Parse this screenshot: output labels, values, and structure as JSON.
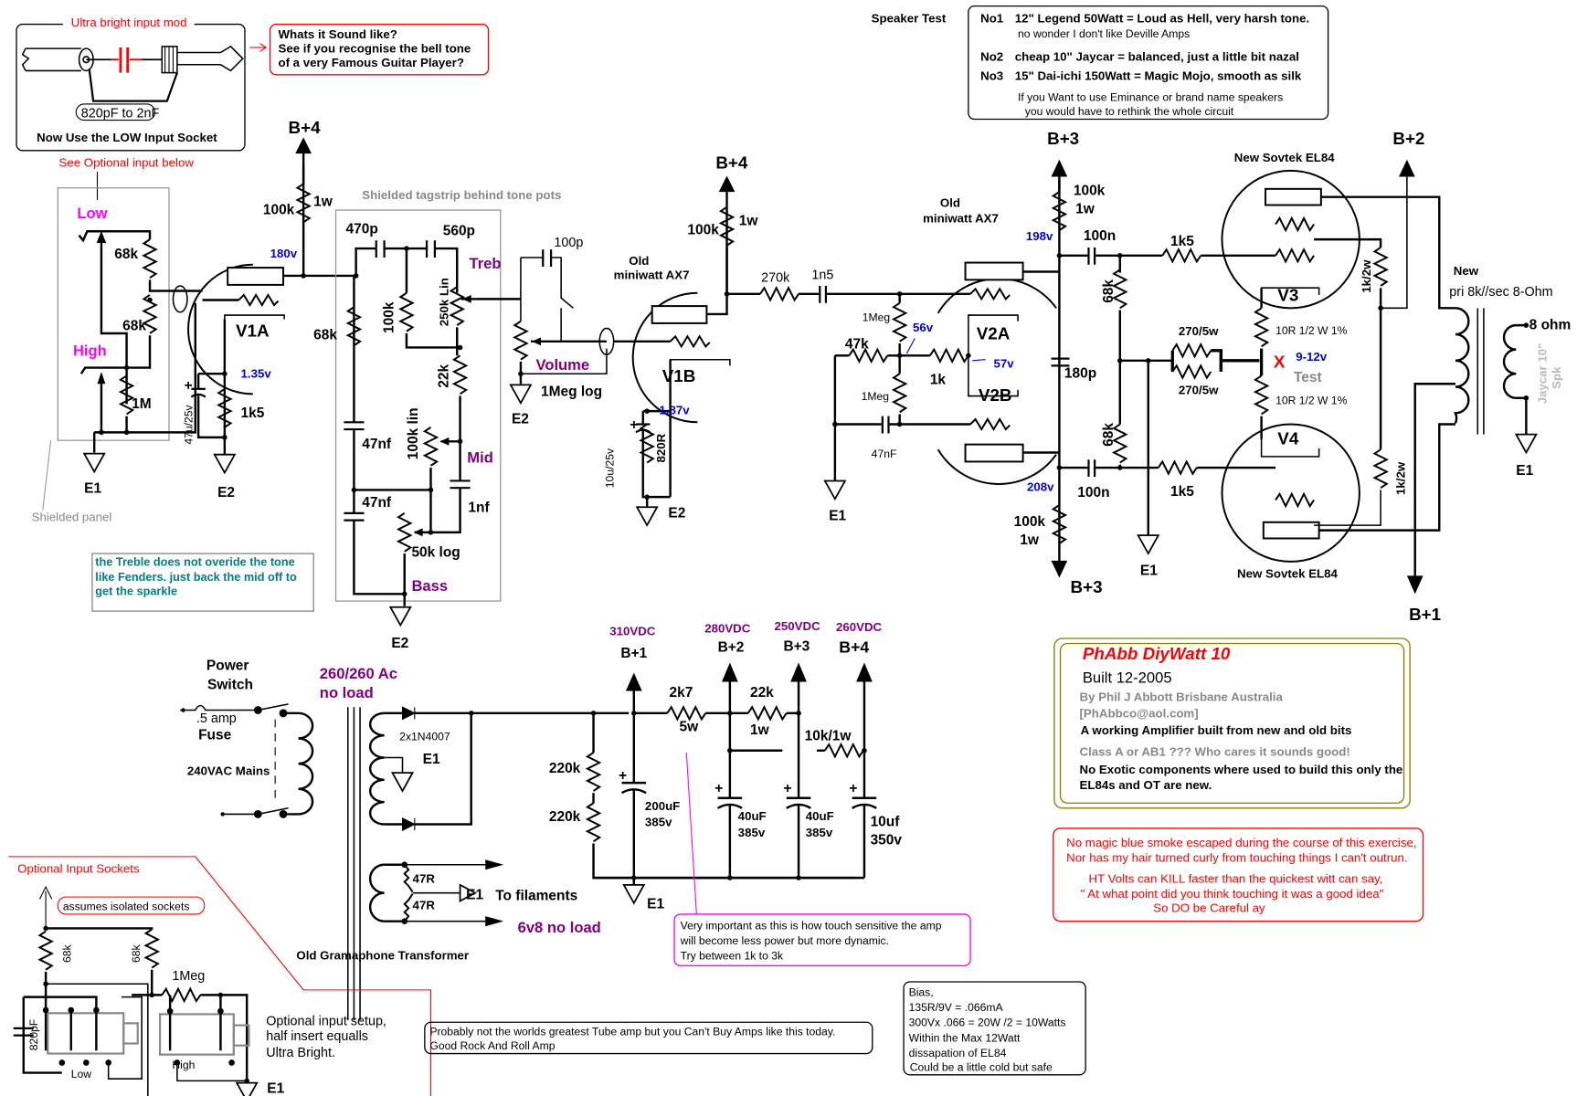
{
  "title": "PhAbb DiyWatt 10",
  "ultra_bright": {
    "heading": "Ultra bright input mod",
    "cap_value": "820pF to 2nF",
    "instruction": "Now Use the LOW Input Socket",
    "see_optional": "See Optional input below"
  },
  "sound_note": {
    "line1": "Whats it Sound like?",
    "line2": "See if you recognise the bell tone",
    "line3": "of a very Famous Guitar Player?"
  },
  "speaker_test": {
    "heading": "Speaker Test",
    "entries": [
      {
        "num": "No1",
        "text": "12\" Legend 50Watt = Loud as Hell, very harsh tone.",
        "note": "no wonder I don't like Deville Amps"
      },
      {
        "num": "No2",
        "text": "cheap 10\" Jaycar  =  balanced, just a little bit nazal",
        "note": ""
      },
      {
        "num": "No3",
        "text": "15\" Dai-ichi 150Watt = Magic Mojo, smooth as silk",
        "note": ""
      }
    ],
    "footer1": "If you Want to use Eminance or brand name speakers",
    "footer2": "you would have to rethink the whole circuit"
  },
  "input_stage": {
    "low_label": "Low",
    "high_label": "High",
    "r_low": "68k",
    "r_high": "68k",
    "r_grid": "1M",
    "shielded_panel": "Shielded panel",
    "b4_label": "B+4",
    "plate_r": "100k",
    "plate_r_watt": "1w",
    "plate_v": "180v",
    "tube": "V1A",
    "cathode_v": "1.35v",
    "cathode_cap": "47u/25v",
    "cathode_r": "1k5",
    "gnd_e1": "E1",
    "gnd_e2": "E2"
  },
  "tone_stack": {
    "heading": "Shielded tagstrip behind tone pots",
    "c_470p": "470p",
    "c_560p": "560p",
    "r_68k": "68k",
    "r_100k": "100k",
    "treb_pot": "250k Lin",
    "treb": "Treb",
    "r_22k": "22k",
    "c_47nf_1": "47nf",
    "c_47nf_2": "47nf",
    "mid_pot": "100k lin",
    "mid": "Mid",
    "c_1nf": "1nf",
    "bass_pot": "50k log",
    "bass": "Bass",
    "gnd": "E2",
    "note": "the Treble does not overide the tone like Fenders. just back the mid off to get the sparkle"
  },
  "volume_stage": {
    "c_bright": "100p",
    "volume": "Volume",
    "pot": "1Meg log",
    "gnd": "E2",
    "tube_label1": "Old",
    "tube_label2": "miniwatt AX7",
    "b4_label": "B+4",
    "plate_r": "100k",
    "plate_r_watt": "1w",
    "tube": "V1B",
    "cathode_v": "1.87v",
    "cathode_cap": "10u/25v",
    "cathode_r": "820R",
    "gnd2": "E2"
  },
  "phase_inverter": {
    "r_270k": "270k",
    "c_1n5": "1n5",
    "tube_label1": "Old",
    "tube_label2": "miniwatt AX7",
    "r_1meg_top": "1Meg",
    "r_1meg_bot": "1Meg",
    "v_56": "56v",
    "r_47k": "47k",
    "r_1k": "1k",
    "v_57": "57v",
    "v2a": "V2A",
    "v2b": "V2B",
    "c_47nF": "47nF",
    "gnd": "E1",
    "b3_top": "B+3",
    "plate_r_top": "100k",
    "plate_r_top_watt": "1w",
    "v_198": "198v",
    "c_100n_top": "100n",
    "c_180p": "180p",
    "v_208": "208v",
    "c_100n_bot": "100n",
    "plate_r_bot": "100k",
    "plate_r_bot_watt": "1w",
    "b3_bot": "B+3"
  },
  "output_stage": {
    "r_68k_top": "68k",
    "r_68k_bot": "68k",
    "r_1k5_top": "1k5",
    "r_1k5_bot": "1k5",
    "r_270_top": "270/5w",
    "r_270_bot": "270/5w",
    "gnd": "E1",
    "tube_label_top": "New   Sovtek EL84",
    "tube_label_bot": "New   Sovtek EL84",
    "v3": "V3",
    "v4": "V4",
    "r_10r_top": "10R 1/2 W 1%",
    "r_10r_bot": "10R 1/2 W 1%",
    "test_mark": "X",
    "test_v": "9-12v",
    "test_label": "Test",
    "r_1k2w_top": "1k/2w",
    "r_1k2w_bot": "1k/2w",
    "b2": "B+2",
    "b1": "B+1",
    "ot_label1": "New",
    "ot_label2": "pri 8k//sec 8-Ohm",
    "spk_out": "8 ohm",
    "spk_label1": "Jaycar 10\"",
    "spk_label2": "Spk",
    "spk_gnd": "E1"
  },
  "power_supply": {
    "switch1": "Power",
    "switch2": "Switch",
    "fuse1": ".5 amp",
    "fuse2": "Fuse",
    "mains": "240VAC Mains",
    "ht_ac1": "260/260 Ac",
    "ht_ac2": "no load",
    "diodes": "2x1N4007",
    "ct_gnd": "E1",
    "heater_r1": "47R",
    "heater_r2": "47R",
    "heater_gnd": "E1",
    "to_filaments": "To filaments",
    "heater_v": "6v8 no load",
    "transformer": "Old Gramaphone Transformer",
    "r_bleed1": "220k",
    "r_bleed2": "220k",
    "rails": [
      {
        "name": "B+1",
        "voltage": "310VDC"
      },
      {
        "name": "B+2",
        "voltage": "280VDC"
      },
      {
        "name": "B+3",
        "voltage": "250VDC"
      },
      {
        "name": "B+4",
        "voltage": "260VDC"
      }
    ],
    "c1_val": "200uF",
    "c1_v": "385v",
    "r_2k7": "2k7",
    "r_2k7_w": "5w",
    "c2_val": "40uF",
    "c2_v": "385v",
    "r_22k": "22k",
    "r_22k_w": "1w",
    "c3_val": "40uF",
    "c3_v": "385v",
    "r_10k": "10k/1w",
    "c4_val": "10uf",
    "c4_v": "350v",
    "gnd": "E1"
  },
  "optional_input": {
    "heading": "Optional Input Sockets",
    "note_isolated": "assumes isolated sockets",
    "r1": "68k",
    "r2": "68k",
    "r3": "1Meg",
    "cap": "820pF",
    "low": "Low",
    "high": "High",
    "gnd": "E1",
    "desc1": "Optional input setup,",
    "desc2": "half insert equalls",
    "desc3": "Ultra Bright."
  },
  "info_box": {
    "title": "PhAbb DiyWatt 10",
    "built": "Built 12-2005",
    "author": "By Phil J Abbott Brisbane Australia",
    "email": "[PhAbbco@aol.com]",
    "desc": "A working Amplifier built from new and old bits",
    "class": "Class A or AB1 ??? Who cares it sounds good!",
    "components1": "No Exotic components where used to build this only the",
    "components2": "EL84s and OT are new."
  },
  "warning_box": {
    "line1": "No magic blue smoke escaped during the course of this exercise,",
    "line2": "Nor has my hair turned curly from touching things I can't outrun.",
    "line3": "HT Volts can KILL faster than the quickest witt can say,",
    "line4": "\" At what point did you think touching it was a good idea\"",
    "line5": "So DO be Careful ay"
  },
  "touch_note": {
    "line1": "Very important as this is how touch sensitive the amp",
    "line2": "will become less power but more dynamic.",
    "line3": "Try between 1k to 3k"
  },
  "bias_note": {
    "line1": "Bias,",
    "line2": "135R/9V = .066mA",
    "line3": "300Vx .066 = 20W /2 = 10Watts",
    "line4": "Within the Max 12Watt",
    "line5": "dissapation of EL84",
    "line6": "Could be a little cold but safe"
  },
  "rock_note": {
    "line1": "Probably not the worlds greatest Tube amp but you Can't Buy Amps like this today.",
    "line2": "Good Rock And Roll Amp"
  },
  "colors": {
    "red_note": "#ff0000",
    "magenta_note": "#ff00ff",
    "voltage_blue": "#0000dd",
    "control_purple": "#800080",
    "teal_note": "#008080",
    "info_border": "#808000"
  }
}
